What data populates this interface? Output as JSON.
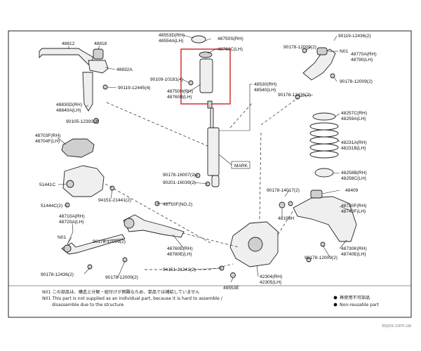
{
  "labels": {
    "stabilizer_bar": "48812",
    "stabilizer_bush": "48818",
    "bracket": "48832A",
    "bolt_stab_bracket": "90119-12445(4)",
    "link_rh": "48830D(RH)",
    "link_lh": "48840A(LH)",
    "nut_link": "90105-12393(2)",
    "cover_rh": "48703F(RH)",
    "cover_lh": "48704F(LH)",
    "bush_51441c": "51441C",
    "bolt_51444c": "51444C(2)",
    "bolt_91511": "94151-21441(2)",
    "arm_48710f": "48710F(NO.2)",
    "toe_rh": "48710A(RH)",
    "toe_lh": "48720A(LH)",
    "n01_left": "N01",
    "bolt_90178_12009_a": "90178-12009(2)",
    "bolt_90178_12436_a": "90178-12436(2)",
    "bolt_90178_12009_b": "90178-12009(2)",
    "upper_support_rh": "48553D(RH)",
    "upper_support_lh": "48554A(LH)",
    "cap_rh": "48750S(RH)",
    "cap_lh": "48760C(LH)",
    "nut_90109": "90109-10181(4)",
    "bound_rh": "48750H(RH)",
    "bound_lh": "48760B(LH)",
    "shock_rh": "48530(RH)",
    "shock_lh": "48540(LH)",
    "mark": "MARK",
    "bolt_90178_16007": "90178-16007(2)",
    "bolt_90201_16039": "90201-16039(2)",
    "arm_48760e": "48760E(RH)",
    "arm_48780e": "48780E(LH)",
    "bolt_94151_21241": "94151-21241(2)",
    "nut_48553e": "48553E",
    "hub_rh": "42304(RH)",
    "hub_lh": "42305(LH)",
    "bolt_90119_12436": "90119-12436(2)",
    "bolt_90178_12009_c": "90178-12009(2)",
    "n01_right": "N01",
    "upper_arm_rh": "48770A(RH)",
    "upper_arm_lh": "48790(LH)",
    "bolt_90178_12009_d": "90178-12009(2)",
    "bolt_90178_12436_b": "90178-12436(2)",
    "spring_rh": "48257C(RH)",
    "spring_lh": "48259A(LH)",
    "coil_rh": "48231A(RH)",
    "coil_lh": "48231B(LH)",
    "insulator_rh": "48258B(RH)",
    "insulator_lh": "48258C(LH)",
    "bolt_90178_14017": "90178-14017(2)",
    "bush_48409": "48409",
    "low_arm_rh": "48730F(RH)",
    "low_arm_lh": "48740F(LH)",
    "bush_48198h": "48198H",
    "low_arm2_rh": "48730K(RH)",
    "low_arm2_lh": "48740E(LH)",
    "bolt_90178_12009_e": "90178-12009(2)"
  },
  "notes": {
    "jp": "N01  この部品は、構造上分解・組付けが困難なため、単品では補給していません",
    "en1": "N01  This part is not supplied as an individual part, because it is hard to assemble /",
    "en2": "disassemble due to the structure",
    "legend_reuse": "再使用不可部品",
    "legend_nonreuse": "Non-reusable part"
  },
  "footer": {
    "watermark": "toyox.com.ua"
  },
  "colors": {
    "highlight": "#d21f1f",
    "line": "#222222",
    "part_fill": "#efefef"
  }
}
